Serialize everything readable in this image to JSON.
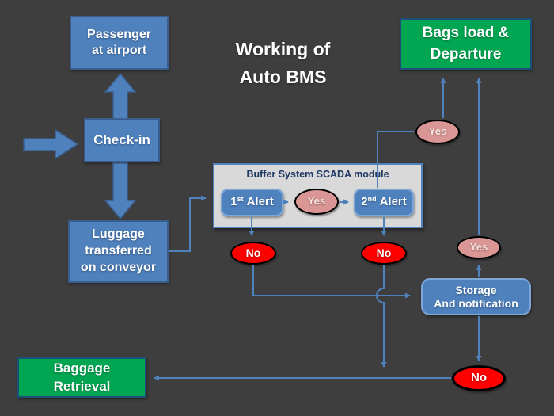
{
  "title": {
    "line1": "Working of",
    "line2": "Auto BMS"
  },
  "nodes": {
    "passenger": {
      "line1": "Passenger",
      "line2": "at airport"
    },
    "checkin": {
      "label": "Check-in"
    },
    "luggage": {
      "line1": "Luggage",
      "line2": "transferred",
      "line3": "on conveyor"
    },
    "buffer": {
      "title": "Buffer System SCADA module"
    },
    "alert1": {
      "num": "1",
      "sup": "st",
      "word": "Alert"
    },
    "alert2": {
      "num": "2",
      "sup": "nd",
      "word": "Alert"
    },
    "storage": {
      "line1": "Storage",
      "line2": "And notification"
    },
    "bags_load": {
      "line1": "Bags load &",
      "line2": "Departure"
    },
    "baggage_retrieval": {
      "line1": "Baggage",
      "line2": "Retrieval"
    },
    "decisions": {
      "yes_mid": "Yes",
      "yes_top": "Yes",
      "yes_right": "Yes",
      "no_left": "No",
      "no_right": "No",
      "no_bottom": "No"
    }
  },
  "colors": {
    "background": "#3e3e3e",
    "process_blue": "#4f81bd",
    "process_blue_border": "#395d8c",
    "rounded_border": "#7da7d8",
    "buffer_fill": "#d9d9d9",
    "buffer_title_text": "#1f3864",
    "green": "#00a651",
    "green_border": "#1f4e79",
    "yes_pink": "#d99694",
    "no_red": "#fe0000",
    "connector_blue": "#4f81bd",
    "text_white": "#ffffff"
  }
}
